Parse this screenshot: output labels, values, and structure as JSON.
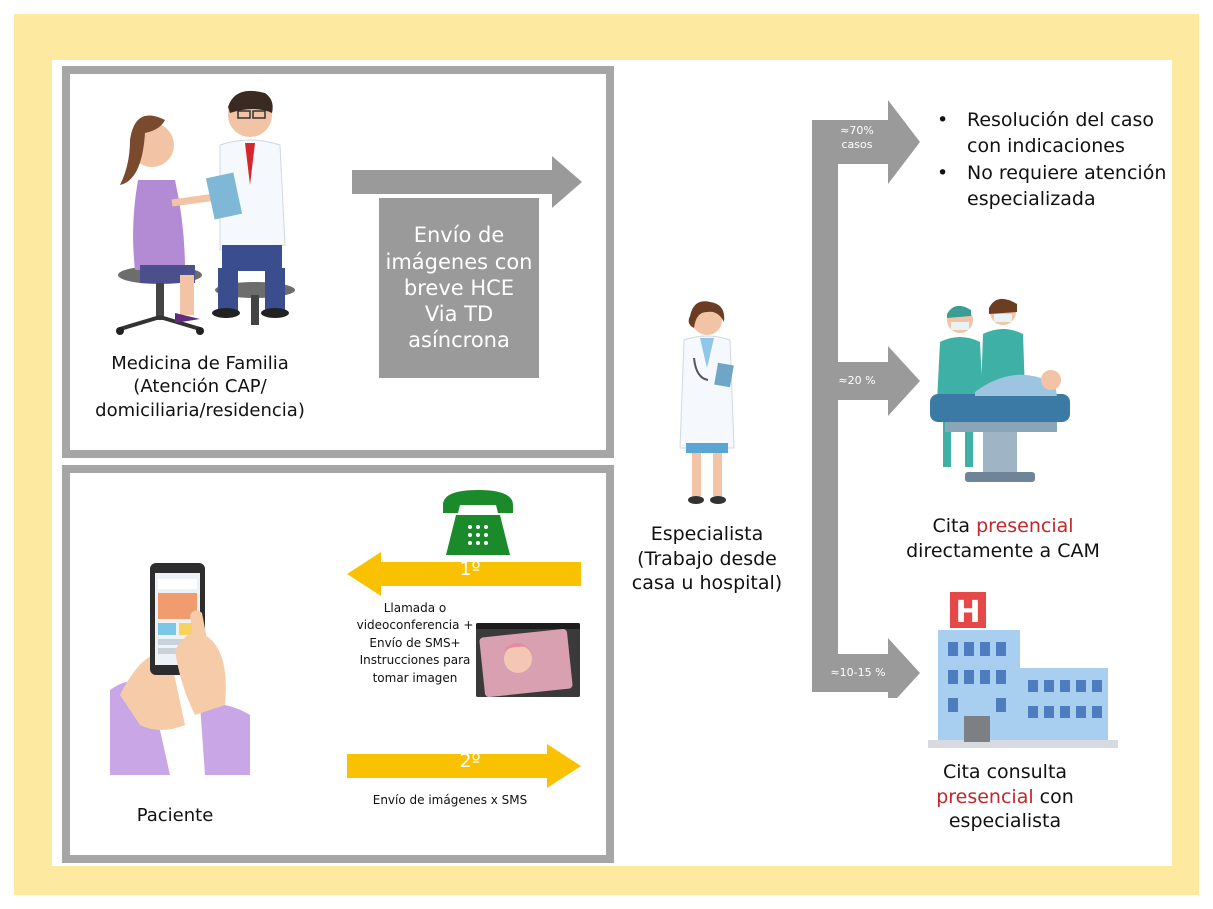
{
  "colors": {
    "outer_background": "#fdeaa0",
    "box_border": "#a6a6a6",
    "gray_arrow": "#9a9a9a",
    "yellow_arrow": "#f9c100",
    "phone_green": "#1b8a2a",
    "highlight_red": "#c0282b"
  },
  "family_medicine": {
    "label_line1": "Medicina de Familia",
    "label_line2": "(Atención CAP/",
    "label_line3": "domiciliaria/residencia)",
    "illustration_icon": "doctor-patient-consultation-icon"
  },
  "send_images": {
    "line1": "Envío de",
    "line2": "imágenes con",
    "line3": "breve HCE",
    "line4": "Via TD",
    "line5": "asíncrona"
  },
  "patient": {
    "label": "Paciente",
    "illustration_icon": "hand-holding-smartphone-icon"
  },
  "step1": {
    "number": "1º",
    "line1": "Llamada o",
    "line2": "videoconferencia +",
    "line3": "Envío de SMS+",
    "line4": "Instrucciones para",
    "line5": "tomar imagen",
    "icon": "telephone-icon",
    "thumbnail_icon": "video-thumbnail-icon"
  },
  "step2": {
    "number": "2º",
    "label": "Envío de imágenes x SMS"
  },
  "specialist": {
    "line1": "Especialista",
    "line2": "(Trabajo desde",
    "line3": "casa u hospital)",
    "icon": "female-doctor-icon"
  },
  "branches": {
    "b1_pct_line1": "≈70%",
    "b1_pct_line2": "casos",
    "b2_pct": "≈20 %",
    "b3_pct": "≈10-15 %"
  },
  "outcome1": {
    "bullet1_line1": "Resolución del caso",
    "bullet1_line2": "con indicaciones",
    "bullet2_line1": "No requiere atención",
    "bullet2_line2": "especializada"
  },
  "outcome2": {
    "prefix": "Cita ",
    "highlight": "presencial",
    "line2": "directamente a CAM",
    "icon": "operating-room-icon"
  },
  "outcome3": {
    "line1": "Cita consulta",
    "highlight": "presencial",
    "line2_suffix": " con",
    "line3": "especialista",
    "icon": "hospital-building-icon",
    "sign_letter": "H"
  }
}
